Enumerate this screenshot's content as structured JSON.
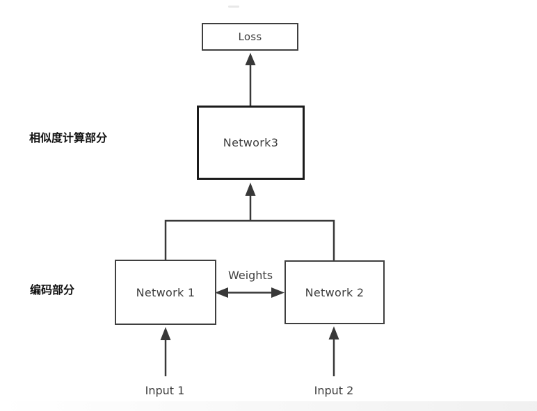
{
  "diagram": {
    "title_hint": "Siamese network architecture diagram",
    "boxes": {
      "loss": "Loss",
      "network3": "Network3",
      "network1": "Network 1",
      "network2": "Network 2"
    },
    "labels": {
      "similarity_section": "相似度计算部分",
      "encoding_section": "编码部分",
      "weights": "Weights",
      "input1": "Input 1",
      "input2": "Input 2"
    },
    "colors": {
      "background": "#ffffff",
      "line": "#383838",
      "box_border": "#3f3f3f",
      "network3_border": "#1b1b1b",
      "box_text": "#3d3d3d",
      "section_text": "#111111"
    }
  }
}
